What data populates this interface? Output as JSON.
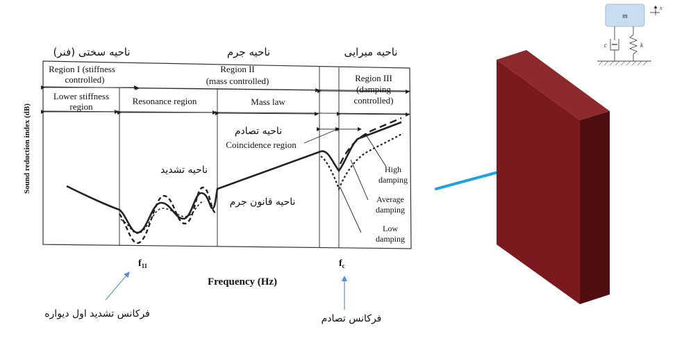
{
  "persian_headings": {
    "stiffness": "ناحیه سختی (فنر)",
    "mass": "ناحیه جرم",
    "damping": "ناحیه میرایی"
  },
  "regions": {
    "r1_line1": "Region I (stiffness",
    "r1_line2": "controlled)",
    "r2_line1": "Region II",
    "r2_line2": "(mass controlled)",
    "r3_line1": "Region III",
    "r3_line2": "(damping",
    "r3_line3": "controlled)"
  },
  "subregions": {
    "lower_line1": "Lower stiffness",
    "lower_line2": "region",
    "resonance": "Resonance region",
    "mass_law": "Mass law"
  },
  "annotations": {
    "coincidence_fa": "ناحیه تصادم",
    "coincidence_en": "Coincidence region",
    "resonance_fa": "ناحیه تشدید",
    "mass_law_fa": "ناحیه قانون جرم",
    "high_line1": "High",
    "high_line2": "damping",
    "avg_line1": "Average",
    "avg_line2": "damping",
    "low_line1": "Low",
    "low_line2": "damping"
  },
  "axes": {
    "ylabel": "Sound reduction index (dB)",
    "xlabel": "Frequency (Hz)",
    "f11": "f",
    "f11_sub": "11",
    "fc": "f",
    "fc_sub": "c"
  },
  "captions": {
    "first_resonance": "فرکانس تشدید اول دیواره",
    "coincidence_freq": "فرکانس تصادم"
  },
  "model": {
    "mass_label": "m",
    "x_label": "x",
    "c_label": "c",
    "k_label": "k"
  },
  "colors": {
    "wall_front": "#7a1a1e",
    "wall_side": "#4e0e12",
    "wall_top": "#8e2a2e",
    "arrow": "#1aa3dc",
    "mass_box": "#c9ddf1",
    "caption_arrow": "#5b8fd0"
  }
}
